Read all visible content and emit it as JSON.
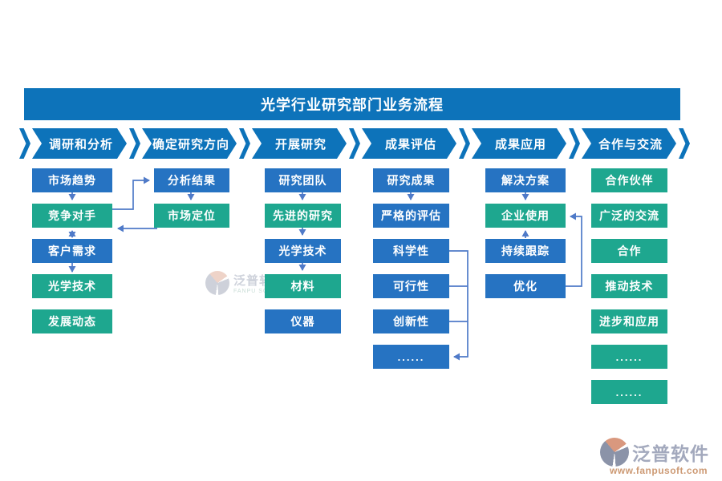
{
  "title": "光学行业研究部门业务流程",
  "colors": {
    "primary_blue": "#0d73ba",
    "node_blue": "#2673c2",
    "node_teal": "#1ea78f",
    "arrow": "#4f7ac8",
    "logo_gray": "#a3a9bd",
    "logo_orange": "#cd9a74"
  },
  "stages": [
    {
      "label": "调研和分析"
    },
    {
      "label": "确定研究方向"
    },
    {
      "label": "开展研究"
    },
    {
      "label": "成果评估"
    },
    {
      "label": "成果应用"
    },
    {
      "label": "合作与交流"
    }
  ],
  "columns": [
    {
      "stage": "调研和分析",
      "items": [
        {
          "label": "市场趋势",
          "color": "blue"
        },
        {
          "label": "竞争对手",
          "color": "teal"
        },
        {
          "label": "客户需求",
          "color": "blue"
        },
        {
          "label": "光学技术",
          "color": "teal"
        },
        {
          "label": "发展动态",
          "color": "teal"
        }
      ]
    },
    {
      "stage": "确定研究方向",
      "items": [
        {
          "label": "分析结果",
          "color": "blue"
        },
        {
          "label": "市场定位",
          "color": "teal"
        }
      ]
    },
    {
      "stage": "开展研究",
      "items": [
        {
          "label": "研究团队",
          "color": "blue"
        },
        {
          "label": "先进的研究",
          "color": "teal"
        },
        {
          "label": "光学技术",
          "color": "blue"
        },
        {
          "label": "材料",
          "color": "teal"
        },
        {
          "label": "仪器",
          "color": "blue"
        }
      ]
    },
    {
      "stage": "成果评估",
      "items": [
        {
          "label": "研究成果",
          "color": "blue"
        },
        {
          "label": "严格的评估",
          "color": "blue"
        },
        {
          "label": "科学性",
          "color": "blue"
        },
        {
          "label": "可行性",
          "color": "blue"
        },
        {
          "label": "创新性",
          "color": "blue"
        },
        {
          "label": "......",
          "color": "blue"
        }
      ]
    },
    {
      "stage": "成果应用",
      "items": [
        {
          "label": "解决方案",
          "color": "blue"
        },
        {
          "label": "企业使用",
          "color": "teal"
        },
        {
          "label": "持续跟踪",
          "color": "blue"
        },
        {
          "label": "优化",
          "color": "blue"
        }
      ]
    },
    {
      "stage": "合作与交流",
      "items": [
        {
          "label": "合作伙伴",
          "color": "teal"
        },
        {
          "label": "广泛的交流",
          "color": "teal"
        },
        {
          "label": "合作",
          "color": "teal"
        },
        {
          "label": "推动技术",
          "color": "teal"
        },
        {
          "label": "进步和应用",
          "color": "teal"
        },
        {
          "label": "......",
          "color": "teal"
        },
        {
          "label": "......",
          "color": "teal"
        }
      ]
    }
  ],
  "watermark": {
    "name": "泛普软件",
    "subtitle": "FANPU SOFTWARE"
  },
  "logo": {
    "name": "泛普软件",
    "url": "www.fanpusoft.com"
  }
}
